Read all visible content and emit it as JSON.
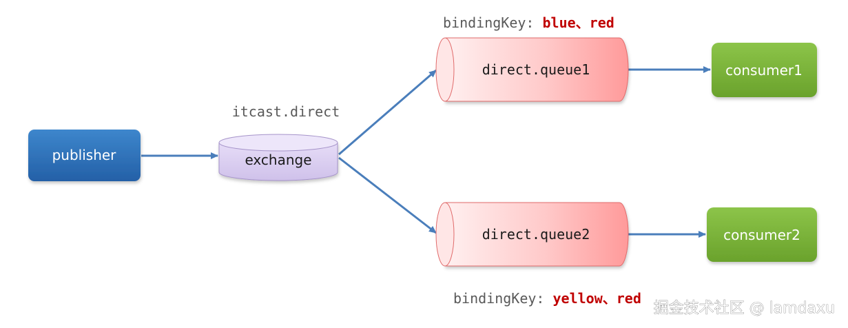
{
  "publisher": {
    "label": "publisher"
  },
  "exchange": {
    "label": "exchange",
    "name": "itcast.direct"
  },
  "queue1": {
    "label": "direct.queue1",
    "binding_prefix": "bindingKey: ",
    "binding_keys": "blue、red"
  },
  "queue2": {
    "label": "direct.queue2",
    "binding_prefix": "bindingKey: ",
    "binding_keys": "yellow、red"
  },
  "consumer1": {
    "label": "consumer1"
  },
  "consumer2": {
    "label": "consumer2"
  },
  "watermark": "掘金技术社区 @ lamdaxu",
  "colors": {
    "publisher": "#2e75b6",
    "exchange": "#d9cdf0",
    "queue": "#ff9f9f",
    "consumer": "#78b03a",
    "arrow": "#4a7ebb",
    "binding_key": "#c00000"
  }
}
